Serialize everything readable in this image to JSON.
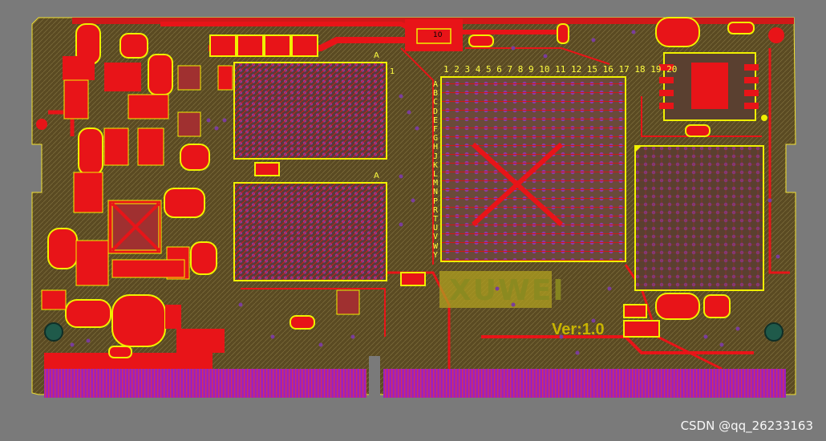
{
  "board": {
    "brand": "XUWEI",
    "version": "Ver:1.0",
    "bga_columns": "1 2 3 4 5 6 7 8 9 10 11 12   15 16 17 18 19 20",
    "bga_rows": "ABCDEFGHJKLMNPRTUVWY",
    "marker_a1": "A",
    "marker_a2": "A",
    "resistor_label": "10",
    "mark_1": "1"
  },
  "watermark": "CSDN @qq_26233163",
  "colors": {
    "background": "#7a7a7a",
    "board": "#5a4a22",
    "copper": "#e8141e",
    "silkscreen": "#f0f000",
    "via": "#7a3c9c",
    "edge_connector": "#9b20c0"
  }
}
